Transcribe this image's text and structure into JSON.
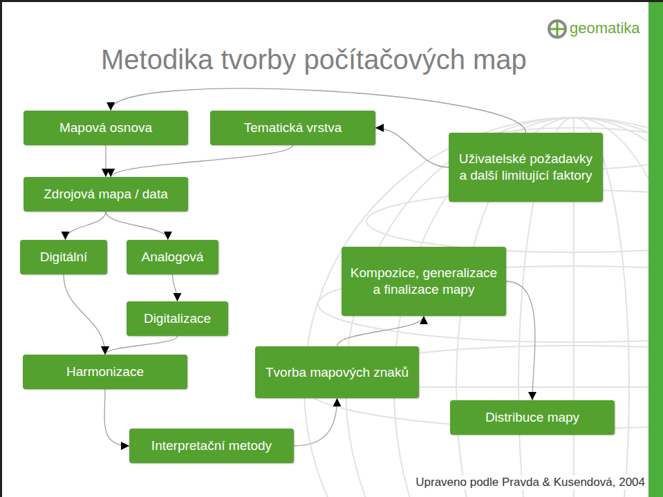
{
  "diagram": {
    "title": "Metodika tvorby počítačových map",
    "nodes": [
      {
        "text": [
          "Mapová osnova"
        ]
      },
      {
        "text": [
          "Tematická vrstva"
        ]
      },
      {
        "text": [
          "Uživatelské požadavky a další limitující faktory"
        ]
      },
      {
        "text": [
          "Zdrojová mapa / data"
        ]
      },
      {
        "text": [
          "Digitální"
        ]
      },
      {
        "text": [
          "Analogová"
        ]
      },
      {
        "text": [
          "Kompozice, generalizace a finalizace mapy"
        ]
      },
      {
        "text": [
          "Digitalizace"
        ]
      },
      {
        "text": [
          "Harmonizace"
        ]
      },
      {
        "text": [
          "Tvorba mapových znaků"
        ]
      },
      {
        "text": [
          "Distribuce mapy"
        ]
      },
      {
        "text": [
          "Interpretační metody"
        ]
      }
    ],
    "edges": [
      {
        "from": 2,
        "to": 0,
        "arrow": "to"
      },
      {
        "from": 2,
        "to": 1,
        "arrow": "to"
      },
      {
        "from": 0,
        "to": 3,
        "arrow": "to"
      },
      {
        "from": 1,
        "to": 3,
        "arrow": "to"
      },
      {
        "from": 3,
        "to": 4,
        "arrow": "to"
      },
      {
        "from": 3,
        "to": 5,
        "arrow": "to"
      },
      {
        "from": 5,
        "to": 7,
        "arrow": "to"
      },
      {
        "from": 4,
        "to": 8,
        "arrow": "to"
      },
      {
        "from": 7,
        "to": 8,
        "arrow": "to"
      },
      {
        "from": 8,
        "to": 11,
        "arrow": "to"
      },
      {
        "from": 11,
        "to": 9,
        "arrow": "to"
      },
      {
        "from": 9,
        "to": 6,
        "arrow": "to"
      },
      {
        "from": 6,
        "to": 10,
        "arrow": "to"
      }
    ],
    "labels": [
      "geomatika",
      "Upraveno podle Pravda & Kusendová, 2004"
    ]
  }
}
